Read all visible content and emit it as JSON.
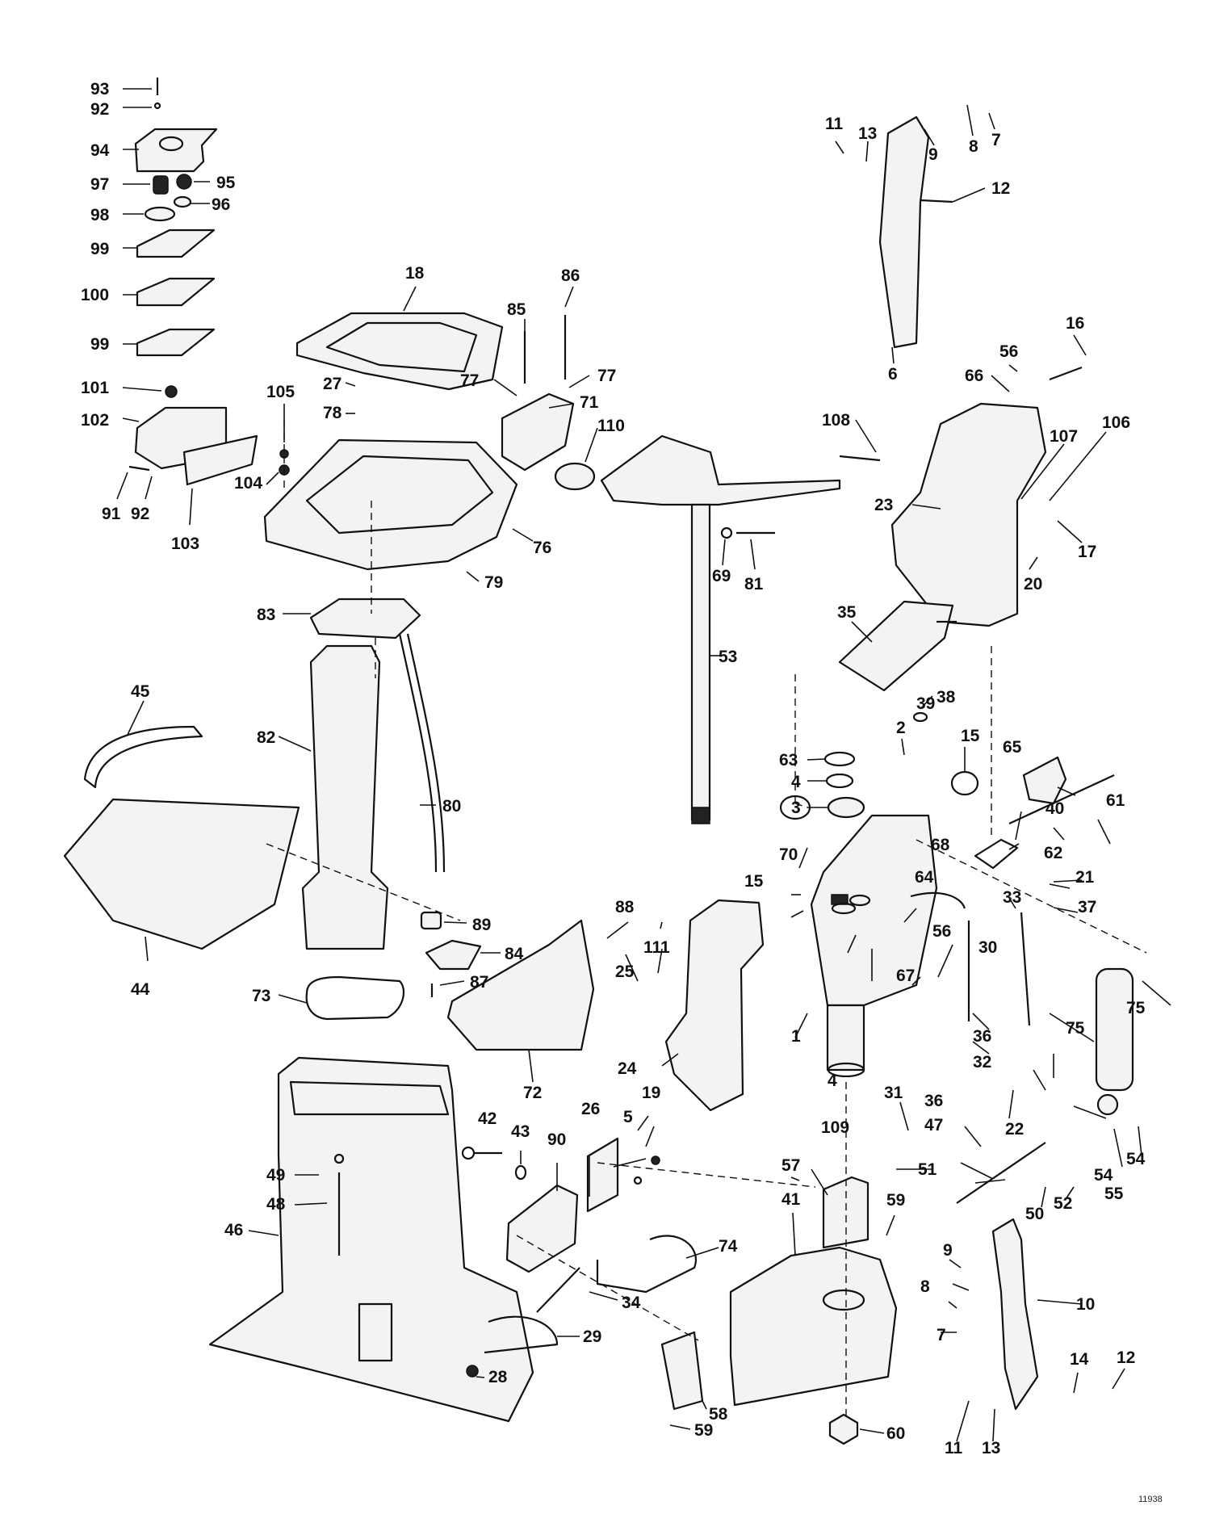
{
  "drawing_number": "11938",
  "callouts": [
    {
      "text": "93"
    },
    {
      "text": "92"
    },
    {
      "text": "94"
    },
    {
      "text": "97"
    },
    {
      "text": "95"
    },
    {
      "text": "96"
    },
    {
      "text": "98"
    },
    {
      "text": "99"
    },
    {
      "text": "100"
    },
    {
      "text": "99"
    },
    {
      "text": "101"
    },
    {
      "text": "102"
    },
    {
      "text": "91"
    },
    {
      "text": "92"
    },
    {
      "text": "103"
    },
    {
      "text": "105"
    },
    {
      "text": "104"
    },
    {
      "text": "18"
    },
    {
      "text": "27"
    },
    {
      "text": "78"
    },
    {
      "text": "85"
    },
    {
      "text": "86"
    },
    {
      "text": "77"
    },
    {
      "text": "77"
    },
    {
      "text": "71"
    },
    {
      "text": "110"
    },
    {
      "text": "76"
    },
    {
      "text": "79"
    },
    {
      "text": "69"
    },
    {
      "text": "81"
    },
    {
      "text": "53"
    },
    {
      "text": "83"
    },
    {
      "text": "82"
    },
    {
      "text": "80"
    },
    {
      "text": "45"
    },
    {
      "text": "44"
    },
    {
      "text": "89"
    },
    {
      "text": "84"
    },
    {
      "text": "87"
    },
    {
      "text": "88"
    },
    {
      "text": "73"
    },
    {
      "text": "72"
    },
    {
      "text": "11"
    },
    {
      "text": "13"
    },
    {
      "text": "9"
    },
    {
      "text": "8"
    },
    {
      "text": "7"
    },
    {
      "text": "12"
    },
    {
      "text": "6"
    },
    {
      "text": "16"
    },
    {
      "text": "56"
    },
    {
      "text": "66"
    },
    {
      "text": "108"
    },
    {
      "text": "107"
    },
    {
      "text": "106"
    },
    {
      "text": "23"
    },
    {
      "text": "17"
    },
    {
      "text": "20"
    },
    {
      "text": "35"
    },
    {
      "text": "38"
    },
    {
      "text": "39"
    },
    {
      "text": "63"
    },
    {
      "text": "4"
    },
    {
      "text": "3"
    },
    {
      "text": "2"
    },
    {
      "text": "15"
    },
    {
      "text": "65"
    },
    {
      "text": "61"
    },
    {
      "text": "40"
    },
    {
      "text": "62"
    },
    {
      "text": "70"
    },
    {
      "text": "68"
    },
    {
      "text": "21"
    },
    {
      "text": "15"
    },
    {
      "text": "64"
    },
    {
      "text": "33"
    },
    {
      "text": "37"
    },
    {
      "text": "56"
    },
    {
      "text": "30"
    },
    {
      "text": "67"
    },
    {
      "text": "1"
    },
    {
      "text": "111"
    },
    {
      "text": "25"
    },
    {
      "text": "24"
    },
    {
      "text": "75"
    },
    {
      "text": "75"
    },
    {
      "text": "36"
    },
    {
      "text": "32"
    },
    {
      "text": "31"
    },
    {
      "text": "4"
    },
    {
      "text": "36"
    },
    {
      "text": "47"
    },
    {
      "text": "22"
    },
    {
      "text": "109"
    },
    {
      "text": "54"
    },
    {
      "text": "54"
    },
    {
      "text": "55"
    },
    {
      "text": "52"
    },
    {
      "text": "50"
    },
    {
      "text": "51"
    },
    {
      "text": "26"
    },
    {
      "text": "19"
    },
    {
      "text": "42"
    },
    {
      "text": "43"
    },
    {
      "text": "90"
    },
    {
      "text": "5"
    },
    {
      "text": "49"
    },
    {
      "text": "48"
    },
    {
      "text": "46"
    },
    {
      "text": "57"
    },
    {
      "text": "41"
    },
    {
      "text": "59"
    },
    {
      "text": "74"
    },
    {
      "text": "34"
    },
    {
      "text": "29"
    },
    {
      "text": "28"
    },
    {
      "text": "58"
    },
    {
      "text": "59"
    },
    {
      "text": "9"
    },
    {
      "text": "8"
    },
    {
      "text": "10"
    },
    {
      "text": "7"
    },
    {
      "text": "60"
    },
    {
      "text": "11"
    },
    {
      "text": "13"
    },
    {
      "text": "14"
    },
    {
      "text": "12"
    }
  ]
}
